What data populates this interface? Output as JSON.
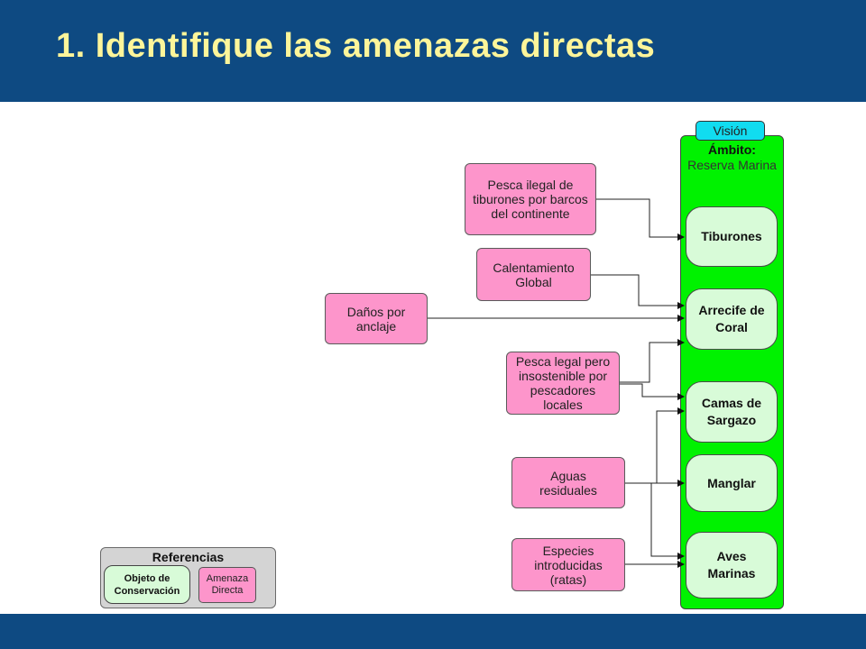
{
  "slide": {
    "title": "1. Identifique las amenazas directas"
  },
  "scope": {
    "vision_label": "Visión",
    "heading": "Ámbito:",
    "text": "Reserva Marina"
  },
  "targets": [
    {
      "id": "tiburones",
      "label": "Tiburones"
    },
    {
      "id": "arrecife",
      "label": "Arrecife de Coral"
    },
    {
      "id": "sargazo",
      "label": "Camas de Sargazo"
    },
    {
      "id": "manglar",
      "label": "Manglar"
    },
    {
      "id": "aves",
      "label": "Aves Marinas"
    }
  ],
  "threats": [
    {
      "id": "pesca-ilegal",
      "label": "Pesca ilegal de tiburones por barcos del continente"
    },
    {
      "id": "calentamiento",
      "label": "Calentamiento Global"
    },
    {
      "id": "anclaje",
      "label": "Daños por anclaje"
    },
    {
      "id": "pesca-legal",
      "label": "Pesca legal pero insostenible por pescadores locales"
    },
    {
      "id": "aguas",
      "label": "Aguas residuales"
    },
    {
      "id": "especies",
      "label": "Especies introducidas (ratas)"
    }
  ],
  "links": [
    {
      "from": "pesca-ilegal",
      "to": "tiburones"
    },
    {
      "from": "calentamiento",
      "to": "arrecife"
    },
    {
      "from": "anclaje",
      "to": "arrecife"
    },
    {
      "from": "pesca-legal",
      "to": "arrecife"
    },
    {
      "from": "pesca-legal",
      "to": "sargazo"
    },
    {
      "from": "aguas",
      "to": "sargazo"
    },
    {
      "from": "aguas",
      "to": "manglar"
    },
    {
      "from": "aguas",
      "to": "aves"
    },
    {
      "from": "especies",
      "to": "aves"
    }
  ],
  "legend": {
    "title": "Referencias",
    "target_label": "Objeto de Conservación",
    "threat_label": "Amenaza Directa"
  },
  "colors": {
    "header": "#0e4a82",
    "title_text": "#fdf59a",
    "threat_fill": "#fd95cb",
    "target_fill": "#d8fbd8",
    "scope_fill": "#00f200",
    "vision_fill": "#11dcf0",
    "legend_fill": "#d4d4d4"
  }
}
